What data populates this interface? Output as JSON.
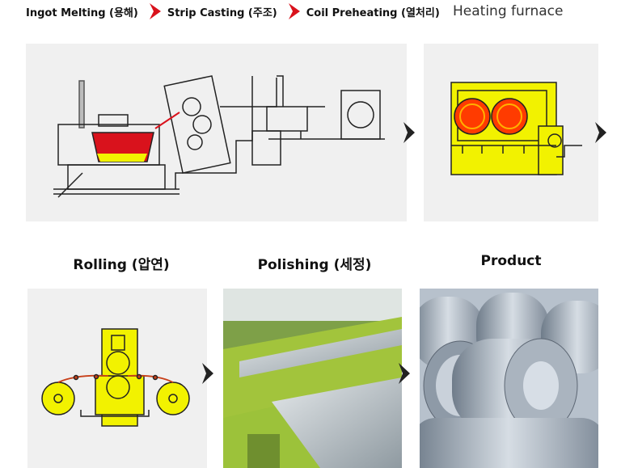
{
  "steps": [
    {
      "label": "Ingot Melting (용해)"
    },
    {
      "label": "Strip Casting (주조)"
    },
    {
      "label": "Coil Preheating (열처리)"
    }
  ],
  "headings": {
    "heating": "Heating furnace",
    "rolling": "Rolling (압연)",
    "polishing": "Polishing (세정)",
    "product": "Product"
  },
  "colors": {
    "accent": "#d9121c",
    "yellow": "#f2f200",
    "panel": "#f0f0f0",
    "chevron": "#222222",
    "furnace_red": "#ff3b00",
    "machine_green": "#9cc23a",
    "steel": "#9aa6b4"
  },
  "icons": [
    "chevron-right-icon",
    "arrow-right-icon"
  ]
}
